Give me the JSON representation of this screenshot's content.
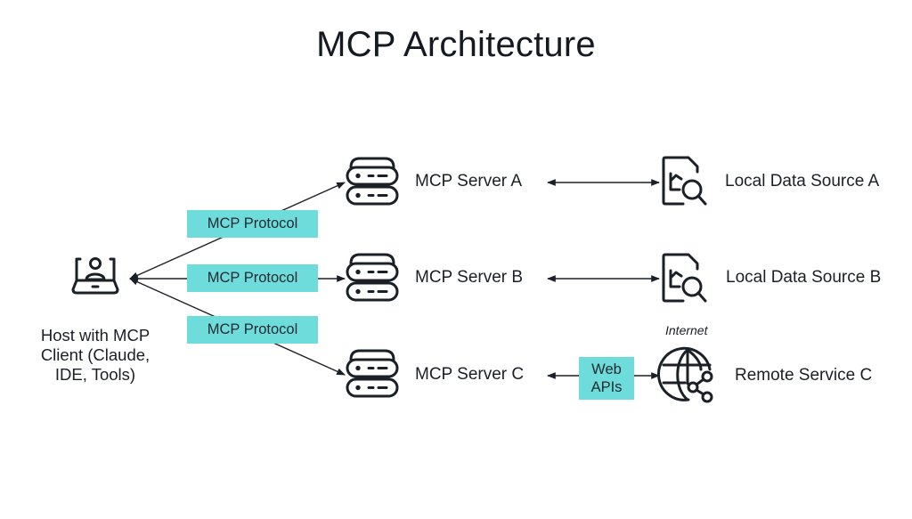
{
  "title": "MCP Architecture",
  "colors": {
    "accent": "#6fdcdc",
    "stroke": "#1b1f26",
    "background": "#ffffff"
  },
  "host": {
    "icon": "laptop-user-icon",
    "label_lines": [
      "Host with MCP",
      "Client (Claude,",
      "IDE, Tools)"
    ]
  },
  "connections": [
    {
      "label": "MCP Protocol",
      "from": "host",
      "to": "server_a"
    },
    {
      "label": "MCP Protocol",
      "from": "host",
      "to": "server_b"
    },
    {
      "label": "MCP Protocol",
      "from": "host",
      "to": "server_c"
    }
  ],
  "servers": [
    {
      "id": "server_a",
      "label": "MCP Server A",
      "icon": "server-icon"
    },
    {
      "id": "server_b",
      "label": "MCP Server B",
      "icon": "server-icon"
    },
    {
      "id": "server_c",
      "label": "MCP Server C",
      "icon": "server-icon"
    }
  ],
  "sources": [
    {
      "label": "Local Data Source A",
      "icon": "file-search-icon",
      "link": "bidirectional"
    },
    {
      "label": "Local Data Source B",
      "icon": "file-search-icon",
      "link": "bidirectional"
    },
    {
      "label": "Remote Service C",
      "icon": "globe-share-icon",
      "link": "bidirectional",
      "link_label_lines": [
        "Web",
        "APIs"
      ],
      "annotation": "Internet"
    }
  ]
}
